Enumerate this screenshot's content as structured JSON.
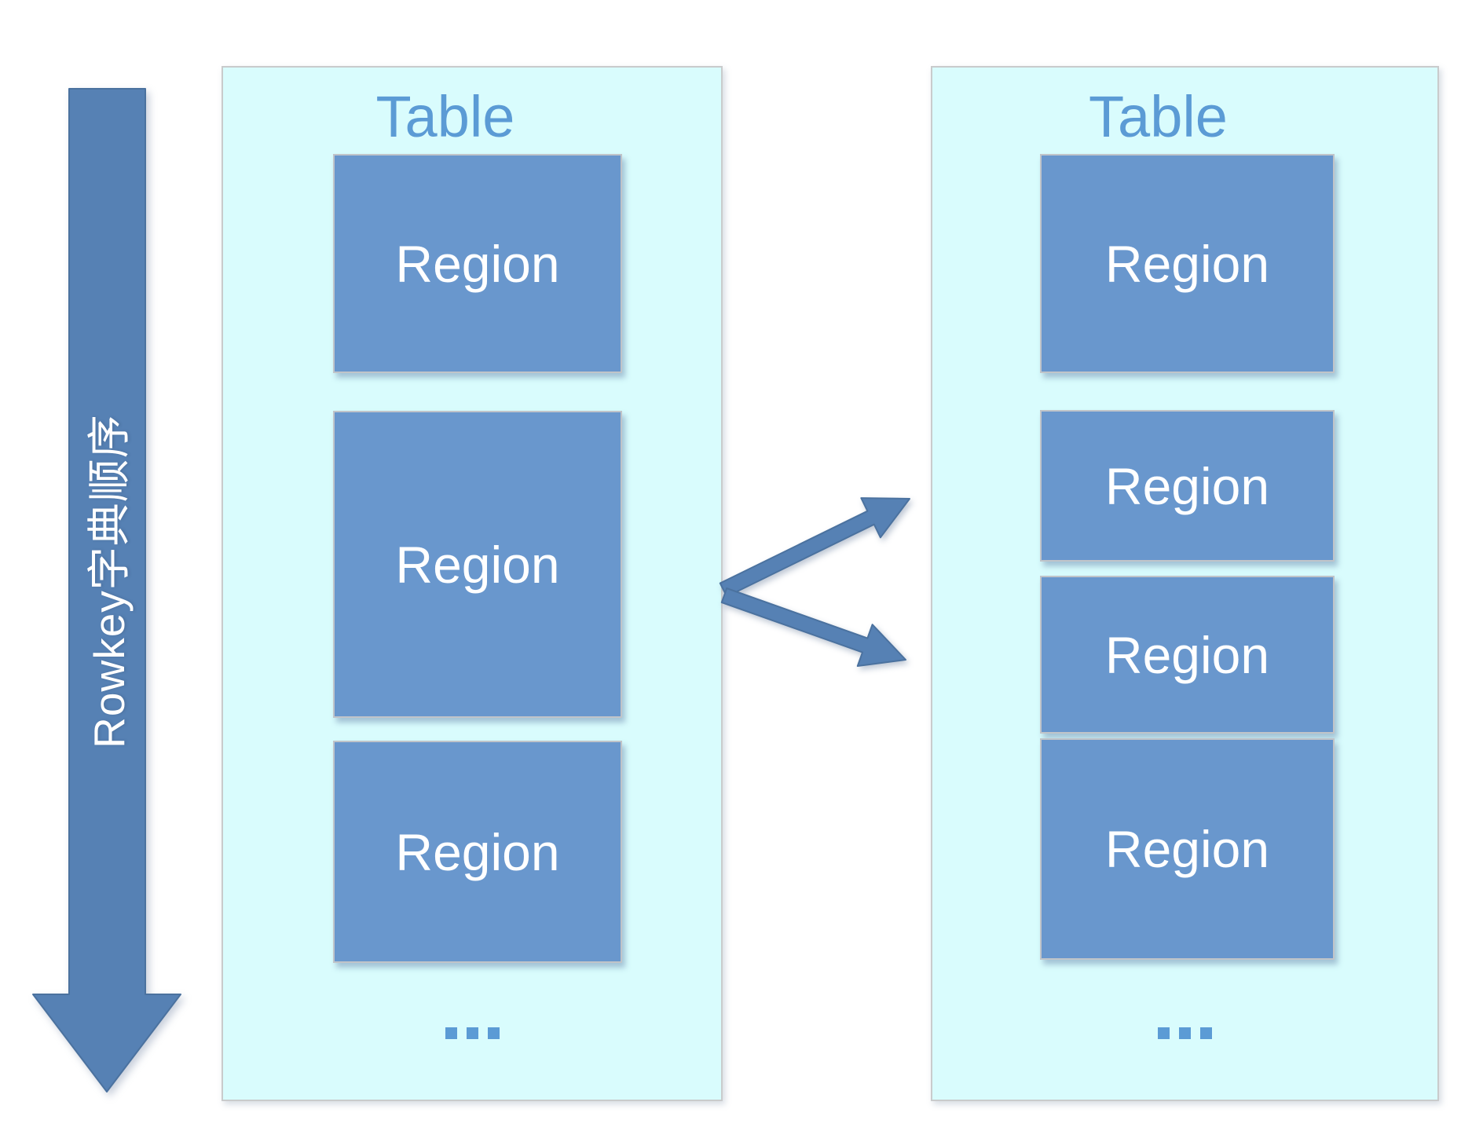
{
  "arrow": {
    "label": "Rowkey字典顺序"
  },
  "tables": {
    "left": {
      "title": "Table",
      "regions": [
        "Region",
        "Region",
        "Region"
      ],
      "ellipsis": "..."
    },
    "right": {
      "title": "Table",
      "regions": [
        "Region",
        "Region",
        "Region",
        "Region"
      ],
      "ellipsis": "..."
    }
  },
  "colors": {
    "background": "#ffffff",
    "tableFill": "#d9fcfd",
    "tableBorder": "#c9cbcc",
    "regionFill": "#6997cd",
    "regionBorder": "#c0c4c9",
    "titleText": "#5b9bd5",
    "regionText": "#ffffff",
    "arrowFill": "#5681b4",
    "arrowStroke": "#4b729f",
    "dotColor": "#5b9bd5"
  }
}
